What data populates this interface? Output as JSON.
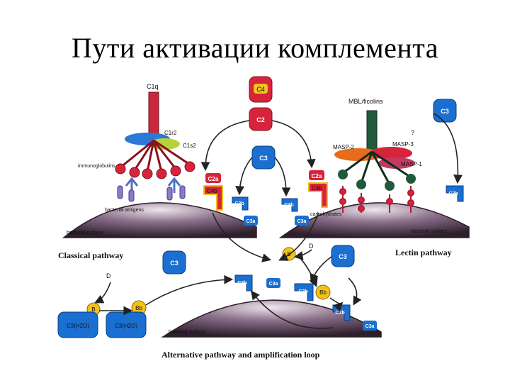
{
  "title": "Пути активации комплемента",
  "labels": {
    "c1q": "C1q",
    "c1r2": "C1r2",
    "c1s2": "C1s2",
    "immunoglobulins": "immunoglobulins",
    "bacterial_antigens": "bacterial antigens",
    "bacterial_surface": "bacterial surface",
    "carbohydrates": "carbohydrates",
    "mbl": "MBL/ficolins",
    "question": "?",
    "masp2": "MASP-2",
    "masp3": "MASP-3",
    "masp1": "MASP-1",
    "d": "D"
  },
  "molecules": {
    "c4": "C4",
    "c2": "C2",
    "c3": "C3",
    "c2a": "C2a",
    "c4b": "C4b",
    "c3b": "C3b",
    "c3a": "C3a",
    "b": "B",
    "bb": "Bb",
    "c3h2o": "C3(H2O)"
  },
  "pathways": {
    "classical": "Classical pathway",
    "lectin": "Lectin pathway",
    "alternative": "Alternative pathway and amplification loop"
  },
  "colors": {
    "c3_blue": "#1a6fd0",
    "red": "#d8243a",
    "yellow": "#f2c21b",
    "membrane": "#5a4158",
    "green": "#1f5a3a"
  }
}
